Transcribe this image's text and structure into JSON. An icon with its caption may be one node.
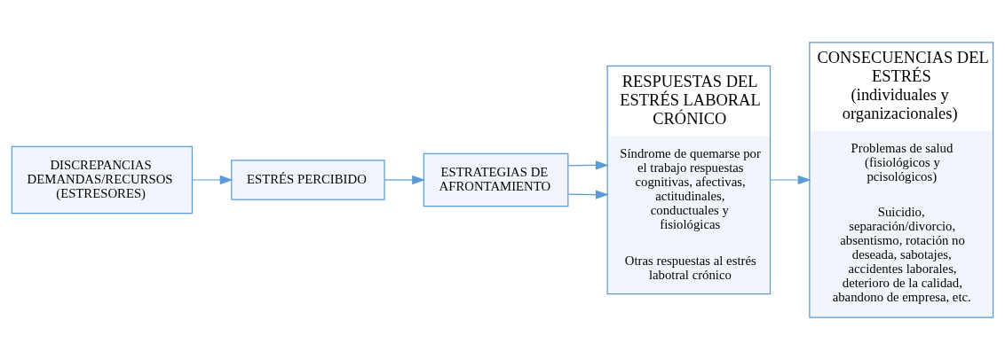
{
  "diagram": {
    "nodes": [
      {
        "text": [
          "DISCREPANCIAS DEMANDAS/RECURSOS (ESTRESORES)"
        ]
      },
      {
        "text": [
          "ESTRÉS PERCIBIDO"
        ]
      },
      {
        "text": [
          "ESTRATEGIAS DE AFRONTAMIENTO"
        ]
      },
      {
        "text": [
          "RESPUESTAS DEL ESTRÉS LABORAL CRÓNICO",
          "Síndrome de quemarse por el trabajo respuestas cognitivas, afectivas, actitudinales, conductuales y fisiológicas",
          "Otras respuestas al estrés labotral crónico"
        ]
      },
      {
        "text": [
          "CONSECUENCIAS DEL ESTRÉS (individuales y organizacionales)",
          "Problemas de salud (fisiológicos y pcisológicos)",
          "Suicidio, separación/divorcio, absentismo, rotación no deseada, sabotajes, accidentes laborales, deterioro de la calidad, abandono de empresa, etc."
        ]
      }
    ],
    "edges": [
      {
        "from": 0,
        "to": 1,
        "arrow": "to"
      },
      {
        "from": 1,
        "to": 2,
        "arrow": "to"
      },
      {
        "from": 2,
        "to": 3,
        "arrow": "to"
      },
      {
        "from": 2,
        "to": 3,
        "arrow": "to"
      },
      {
        "from": 3,
        "to": 4,
        "arrow": "to"
      }
    ]
  }
}
